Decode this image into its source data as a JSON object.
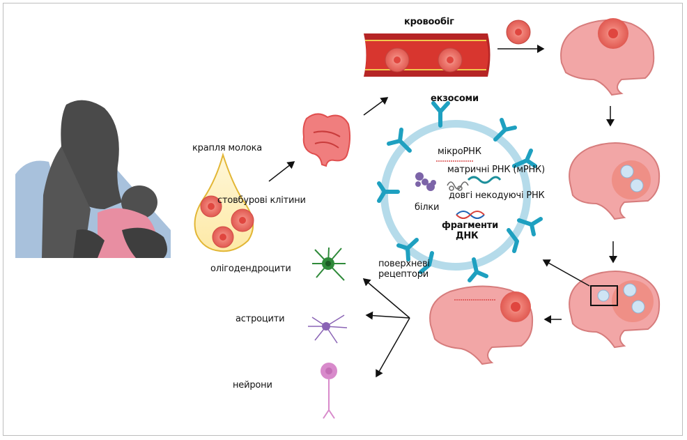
{
  "labels": {
    "milk_drop": "крапля молока",
    "stem_cells": "стовбурові клітини",
    "bloodstream": "кровообіг",
    "exosomes": "екзосоми",
    "microrna": "мікроРНК",
    "mrna": "матричні РНК (мРНК)",
    "lncrna": "довгі некодуючі РНК",
    "proteins": "білки",
    "dna_fragments_1": "фрагменти",
    "dna_fragments_2": "ДНК",
    "surface_receptors_1": "поверхневі",
    "surface_receptors_2": "рецептори",
    "oligodendrocytes": "олігодендроцити",
    "astrocytes": "астроцити",
    "neurons": "нейрони"
  },
  "colors": {
    "cell": "#e8675f",
    "vessel": "#b62525",
    "exosome_membrane": "#a9d4e6",
    "receptor": "#1ea0c0",
    "brain": "#f2a6a6",
    "oligodendrocyte": "#2f8a3a",
    "astrocyte": "#8a63b5",
    "neuron": "#d88acb",
    "mother_silhouette": "#4a4a4a",
    "blanket": "#a8c1dc",
    "baby_clothes": "#e88ea2"
  }
}
